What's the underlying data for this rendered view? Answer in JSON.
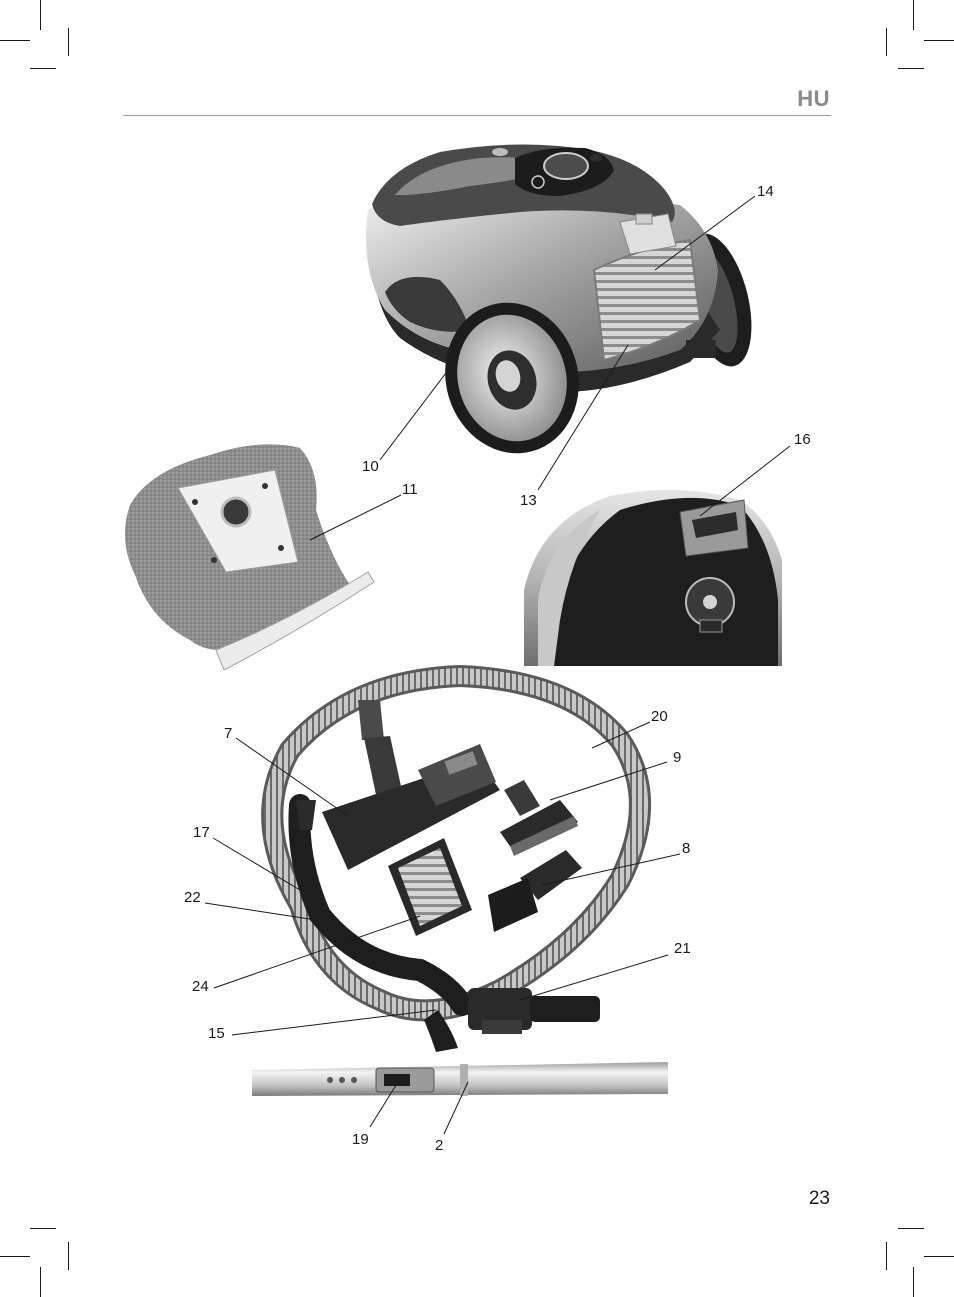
{
  "header": {
    "language": "HU"
  },
  "footer": {
    "page_number": "23"
  },
  "callouts": {
    "c14": "14",
    "c10": "10",
    "c11": "11",
    "c13": "13",
    "c16": "16",
    "c7": "7",
    "c20": "20",
    "c9": "9",
    "c8": "8",
    "c17": "17",
    "c22": "22",
    "c24": "24",
    "c21": "21",
    "c15": "15",
    "c19": "19",
    "c2": "2"
  }
}
